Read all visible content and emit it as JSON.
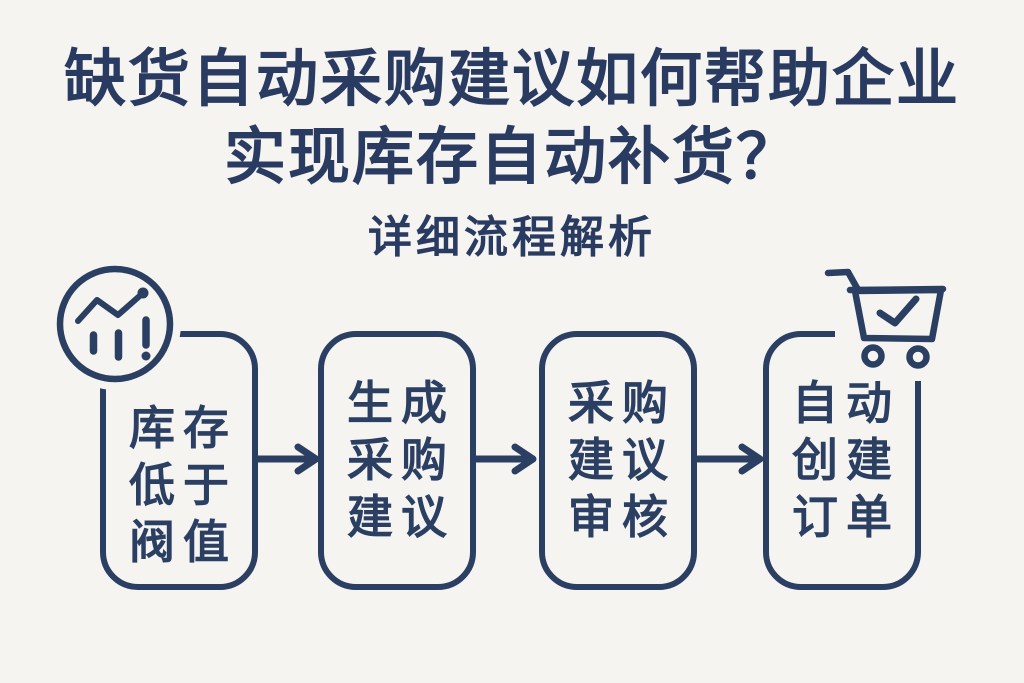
{
  "page": {
    "background_color": "#f5f4f0",
    "accent_color": "#2b3f63"
  },
  "title": {
    "line1": "缺货自动采购建议如何帮助企业",
    "line2": "实现库存自动补货？"
  },
  "subtitle": "详细流程解析",
  "flow": {
    "direction": "left-to-right",
    "arrow_icon": "right-arrow-icon",
    "steps": [
      {
        "id": "inventory-below-threshold",
        "lines": [
          "库存",
          "低于",
          "阀值"
        ],
        "icon": "trend-alert-icon"
      },
      {
        "id": "generate-purchase-suggestion",
        "lines": [
          "生成",
          "采购",
          "建议"
        ],
        "icon": null
      },
      {
        "id": "purchase-suggestion-review",
        "lines": [
          "采购",
          "建议",
          "审核"
        ],
        "icon": null
      },
      {
        "id": "auto-create-order",
        "lines": [
          "自动",
          "创建",
          "订单"
        ],
        "icon": "cart-check-icon"
      }
    ]
  }
}
